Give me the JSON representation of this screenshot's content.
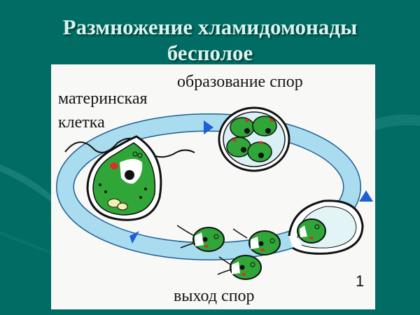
{
  "slide": {
    "title_line1": "Размножение хламидомонады",
    "title_line2": "бесполое",
    "background_color": "#006c64",
    "title_color": "#d8f3ee"
  },
  "diagram": {
    "labels": {
      "mother_cell": [
        "материнская",
        "клетка"
      ],
      "spore_formation": "образование спор",
      "spore_release": "выход спор"
    },
    "figure_number": "1",
    "stages": [
      {
        "id": "mother-cell",
        "label": "материнская клетка"
      },
      {
        "id": "spore-formation",
        "label": "образование спор"
      },
      {
        "id": "spore-release",
        "label": "выход спор"
      }
    ],
    "colors": {
      "cycle_band": "#a9dcef",
      "arrow": "#1c5fd6",
      "cell_green": "#2fa637",
      "eyespot_red": "#d6332a",
      "panel": "#f8f8f6"
    }
  }
}
